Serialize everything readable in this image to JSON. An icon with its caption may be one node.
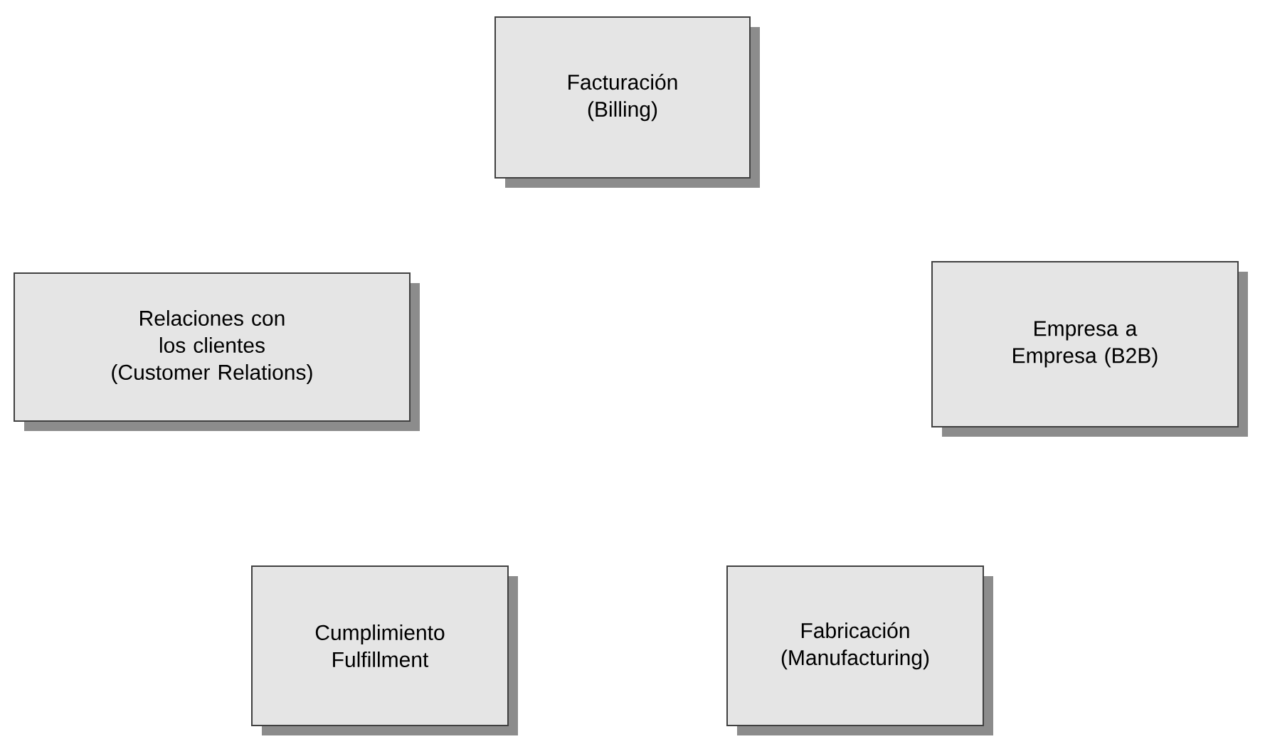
{
  "diagram": {
    "nodes": [
      {
        "text": [
          "Facturación (Billing)"
        ]
      },
      {
        "text": [
          "Relaciones con los clientes (Customer Relations)"
        ]
      },
      {
        "text": [
          "Empresa a Empresa (B2B)"
        ]
      },
      {
        "text": [
          "Cumplimiento Fulfillment"
        ]
      },
      {
        "text": [
          "Fabricación (Manufacturing)"
        ]
      }
    ]
  }
}
